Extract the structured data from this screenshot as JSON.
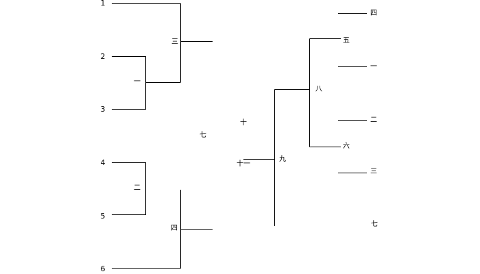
{
  "entrants": {
    "e1": "1",
    "e2": "2",
    "e3": "3",
    "e4": "4",
    "e5": "5",
    "e6": "6"
  },
  "left_matches": {
    "m_one": "一",
    "m_two": "二",
    "m_three": "三",
    "m_four": "四"
  },
  "center": {
    "m_seven": "七",
    "m_ten": "十",
    "m_eleven": "十一"
  },
  "right_matches": {
    "m_eight": "八",
    "m_nine": "九",
    "m_five_slot": "五",
    "m_six_slot": "六"
  },
  "right_labels": {
    "r_four": "四",
    "r_one": "一",
    "r_two": "二",
    "r_three": "三",
    "r_seven": "七"
  }
}
